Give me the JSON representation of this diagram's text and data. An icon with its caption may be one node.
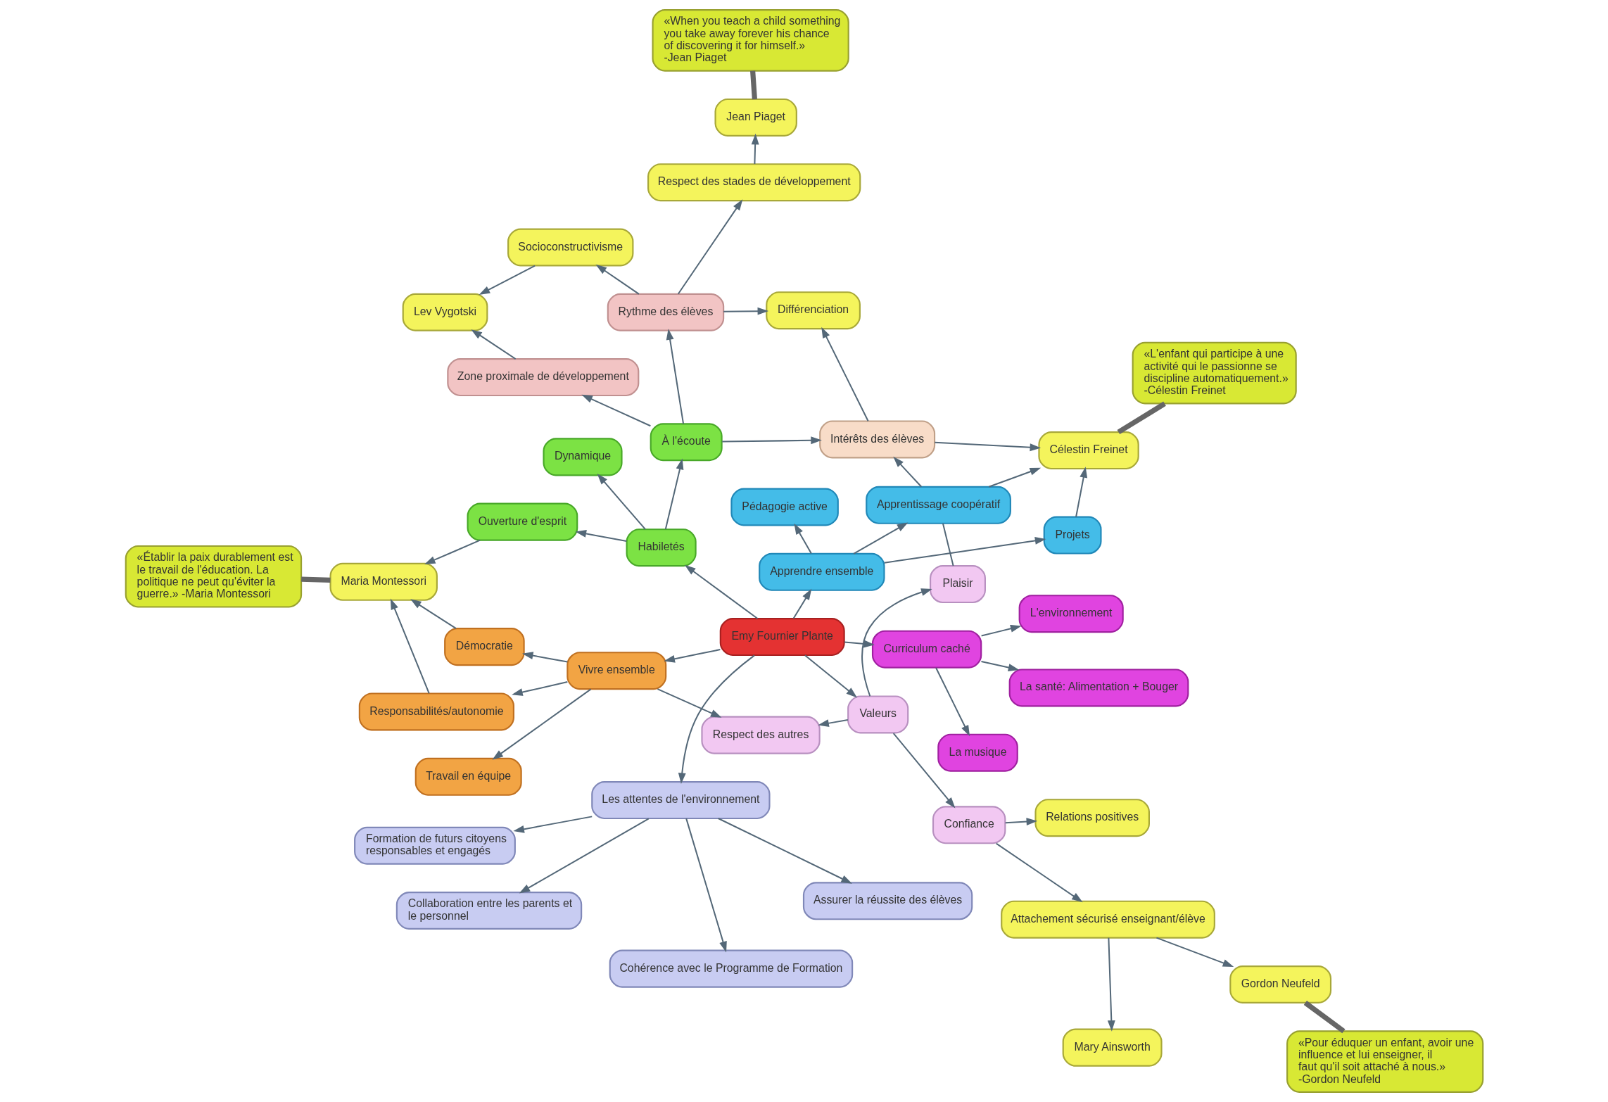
{
  "diagram": {
    "nodes": [
      {
        "text": [
          "Collaboration entre les parents et le personnel"
        ]
      },
      {
        "text": [
          "Assurer la réussite des élèves"
        ]
      },
      {
        "text": [
          "Cohérence avec le Programme de Formation"
        ]
      },
      {
        "text": [
          "Mary Ainsworth"
        ]
      },
      {
        "text": [
          "Attachement sécurisé enseignant/élève"
        ]
      },
      {
        "text": [
          "Formation de futurs citoyens responsables et engagés"
        ]
      },
      {
        "text": [
          "Gordon Neufeld"
        ]
      },
      {
        "text": [
          "«Pour éduquer un enfant, avoir une influence et lui enseigner, il faut qu'il soit attaché à nous.» -Gordon Neufeld"
        ]
      },
      {
        "text": [
          "Les attentes de l'environnement"
        ]
      },
      {
        "text": [
          "Confiance"
        ]
      },
      {
        "text": [
          "Relations positives"
        ]
      },
      {
        "text": [
          "Pédagogie active"
        ]
      },
      {
        "text": [
          "Valeurs"
        ]
      },
      {
        "text": [
          "Respect des autres"
        ]
      },
      {
        "text": [
          "Apprendre ensemble"
        ]
      },
      {
        "text": [
          "Vivre ensemble"
        ]
      },
      {
        "text": [
          "Projets"
        ]
      },
      {
        "text": [
          "Emy Fournier Plante"
        ]
      },
      {
        "text": [
          "Plaisir"
        ]
      },
      {
        "text": [
          "Travail en équipe"
        ]
      },
      {
        "text": [
          "Démocratie"
        ]
      },
      {
        "text": [
          "Responsabilités/autonomie"
        ]
      },
      {
        "text": [
          "Apprentissage coopératif"
        ]
      },
      {
        "text": [
          "À l'écoute"
        ]
      },
      {
        "text": [
          "Célestin Freinet"
        ]
      },
      {
        "text": [
          "Habiletés"
        ]
      },
      {
        "text": [
          "Ouverture d'esprit"
        ]
      },
      {
        "text": [
          "Maria Montessori"
        ]
      },
      {
        "text": [
          "Intérêts des élèves"
        ]
      },
      {
        "text": [
          "Dynamique"
        ]
      },
      {
        "text": [
          "«Établir la paix durablement est le travail de l'éducation. La politique ne peut qu'éviter la guerre.» -Maria Montessori"
        ]
      },
      {
        "text": [
          "La musique"
        ]
      },
      {
        "text": [
          "Zone proximale de développement"
        ]
      },
      {
        "text": [
          "Rythme des élèves"
        ]
      },
      {
        "text": [
          "«L'enfant qui participe à une activité qui le passionne se discipline automatiquement.» -Célestin Freinet"
        ]
      },
      {
        "text": [
          "Curriculum caché"
        ]
      },
      {
        "text": [
          "La santé: Alimentation + Bouger"
        ]
      },
      {
        "text": [
          "Différenciation"
        ]
      },
      {
        "text": [
          "Socioconstructivisme"
        ]
      },
      {
        "text": [
          "Lev Vygotski"
        ]
      },
      {
        "text": [
          "L'environnement"
        ]
      },
      {
        "text": [
          "Respect des stades de développement"
        ]
      },
      {
        "text": [
          "Jean Piaget"
        ]
      },
      {
        "text": [
          "«When you teach a child something you take away forever his chance of discovering it for himself.» -Jean Piaget"
        ]
      }
    ],
    "edges": [
      {
        "from": 8,
        "to": 1,
        "arrow": "to"
      },
      {
        "from": 8,
        "to": 0,
        "arrow": "to"
      },
      {
        "from": 8,
        "to": 2,
        "arrow": "to"
      },
      {
        "from": 8,
        "to": 5,
        "arrow": "to"
      },
      {
        "from": 17,
        "to": 8,
        "arrow": "to"
      },
      {
        "from": 4,
        "to": 3,
        "arrow": "to"
      },
      {
        "from": 4,
        "to": 6,
        "arrow": "to"
      },
      {
        "from": 6,
        "to": 7,
        "arrow": "none",
        "style": "thick",
        "color": "#666666"
      },
      {
        "from": 9,
        "to": 4,
        "arrow": "to"
      },
      {
        "from": 9,
        "to": 10,
        "arrow": "to"
      },
      {
        "from": 12,
        "to": 9,
        "arrow": "to"
      },
      {
        "from": 12,
        "to": 13,
        "arrow": "to"
      },
      {
        "from": 12,
        "to": 18,
        "arrow": "to"
      },
      {
        "from": 17,
        "to": 12,
        "arrow": "to"
      },
      {
        "from": 15,
        "to": 13,
        "arrow": "to"
      },
      {
        "from": 17,
        "to": 15,
        "arrow": "to"
      },
      {
        "from": 17,
        "to": 14,
        "arrow": "to"
      },
      {
        "from": 14,
        "to": 11,
        "arrow": "to"
      },
      {
        "from": 14,
        "to": 16,
        "arrow": "to"
      },
      {
        "from": 14,
        "to": 22,
        "arrow": "to"
      },
      {
        "from": 16,
        "to": 24,
        "arrow": "to"
      },
      {
        "from": 22,
        "to": 24,
        "arrow": "to"
      },
      {
        "from": 18,
        "to": 22,
        "arrow": "none"
      },
      {
        "from": 22,
        "to": 28,
        "arrow": "to"
      },
      {
        "from": 28,
        "to": 24,
        "arrow": "to"
      },
      {
        "from": 23,
        "to": 28,
        "arrow": "to"
      },
      {
        "from": 24,
        "to": 34,
        "arrow": "none",
        "style": "thick",
        "color": "#666666"
      },
      {
        "from": 25,
        "to": 23,
        "arrow": "to"
      },
      {
        "from": 17,
        "to": 25,
        "arrow": "to"
      },
      {
        "from": 25,
        "to": 26,
        "arrow": "to"
      },
      {
        "from": 25,
        "to": 29,
        "arrow": "to"
      },
      {
        "from": 26,
        "to": 27,
        "arrow": "to"
      },
      {
        "from": 15,
        "to": 19,
        "arrow": "to"
      },
      {
        "from": 15,
        "to": 20,
        "arrow": "to"
      },
      {
        "from": 15,
        "to": 21,
        "arrow": "to"
      },
      {
        "from": 20,
        "to": 27,
        "arrow": "to"
      },
      {
        "from": 21,
        "to": 27,
        "arrow": "to"
      },
      {
        "from": 27,
        "to": 30,
        "arrow": "none",
        "style": "thick",
        "color": "#666666"
      },
      {
        "from": 17,
        "to": 35,
        "arrow": "to"
      },
      {
        "from": 35,
        "to": 31,
        "arrow": "to"
      },
      {
        "from": 35,
        "to": 36,
        "arrow": "to"
      },
      {
        "from": 35,
        "to": 40,
        "arrow": "to"
      },
      {
        "from": 23,
        "to": 33,
        "arrow": "to"
      },
      {
        "from": 23,
        "to": 32,
        "arrow": "to"
      },
      {
        "from": 32,
        "to": 39,
        "arrow": "to"
      },
      {
        "from": 33,
        "to": 37,
        "arrow": "to"
      },
      {
        "from": 33,
        "to": 38,
        "arrow": "to"
      },
      {
        "from": 33,
        "to": 41,
        "arrow": "to"
      },
      {
        "from": 28,
        "to": 37,
        "arrow": "to"
      },
      {
        "from": 38,
        "to": 39,
        "arrow": "to"
      },
      {
        "from": 41,
        "to": 42,
        "arrow": "to"
      },
      {
        "from": 42,
        "to": 43,
        "arrow": "none",
        "style": "thick",
        "color": "#666666"
      }
    ]
  }
}
